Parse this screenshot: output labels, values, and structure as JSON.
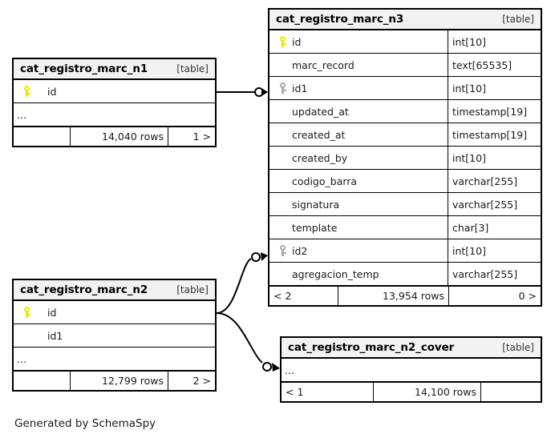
{
  "diagram": {
    "caption": "Generated by SchemaSpy",
    "table_tag": "[table]",
    "ellipsis": "...",
    "icons": {
      "primary_key": "key-icon-yellow",
      "foreign_key": "key-icon-gray"
    },
    "colors": {
      "background": "#ffffff",
      "border": "#000000",
      "header_fill": "#f2f2f2",
      "primary_key": "#e8e800",
      "foreign_key": "#a8a8a8",
      "text": "#1a1a1a"
    }
  },
  "tables": [
    {
      "id": "cat_registro_marc_n1",
      "name": "cat_registro_marc_n1",
      "tag": "[table]",
      "columns": [
        {
          "name": "id",
          "type": "",
          "key": "primary"
        },
        {
          "name": "...",
          "type": "",
          "key": "none"
        }
      ],
      "footer": {
        "left": "",
        "middle": "14,040 rows",
        "right": "1 >"
      }
    },
    {
      "id": "cat_registro_marc_n2",
      "name": "cat_registro_marc_n2",
      "tag": "[table]",
      "columns": [
        {
          "name": "id",
          "type": "",
          "key": "primary"
        },
        {
          "name": "id1",
          "type": "",
          "key": "none"
        },
        {
          "name": "...",
          "type": "",
          "key": "none"
        }
      ],
      "footer": {
        "left": "",
        "middle": "12,799 rows",
        "right": "2 >"
      }
    },
    {
      "id": "cat_registro_marc_n3",
      "name": "cat_registro_marc_n3",
      "tag": "[table]",
      "columns": [
        {
          "name": "id",
          "type": "int[10]",
          "key": "primary"
        },
        {
          "name": "marc_record",
          "type": "text[65535]",
          "key": "none"
        },
        {
          "name": "id1",
          "type": "int[10]",
          "key": "foreign"
        },
        {
          "name": "updated_at",
          "type": "timestamp[19]",
          "key": "none"
        },
        {
          "name": "created_at",
          "type": "timestamp[19]",
          "key": "none"
        },
        {
          "name": "created_by",
          "type": "int[10]",
          "key": "none"
        },
        {
          "name": "codigo_barra",
          "type": "varchar[255]",
          "key": "none"
        },
        {
          "name": "signatura",
          "type": "varchar[255]",
          "key": "none"
        },
        {
          "name": "template",
          "type": "char[3]",
          "key": "none"
        },
        {
          "name": "id2",
          "type": "int[10]",
          "key": "foreign"
        },
        {
          "name": "agregacion_temp",
          "type": "varchar[255]",
          "key": "none"
        }
      ],
      "footer": {
        "left": "< 2",
        "middle": "13,954 rows",
        "right": "0 >"
      }
    },
    {
      "id": "cat_registro_marc_n2_cover",
      "name": "cat_registro_marc_n2_cover",
      "tag": "[table]",
      "columns": [
        {
          "name": "...",
          "type": "",
          "key": "none"
        }
      ],
      "footer": {
        "left": "< 1",
        "middle": "14,100 rows",
        "right": ""
      }
    }
  ],
  "relationships": [
    {
      "from": "cat_registro_marc_n1",
      "to": "cat_registro_marc_n3",
      "to_column": "id1"
    },
    {
      "from": "cat_registro_marc_n2",
      "to": "cat_registro_marc_n3",
      "to_column": "id2"
    },
    {
      "from": "cat_registro_marc_n2",
      "to": "cat_registro_marc_n2_cover",
      "to_column": "..."
    }
  ]
}
